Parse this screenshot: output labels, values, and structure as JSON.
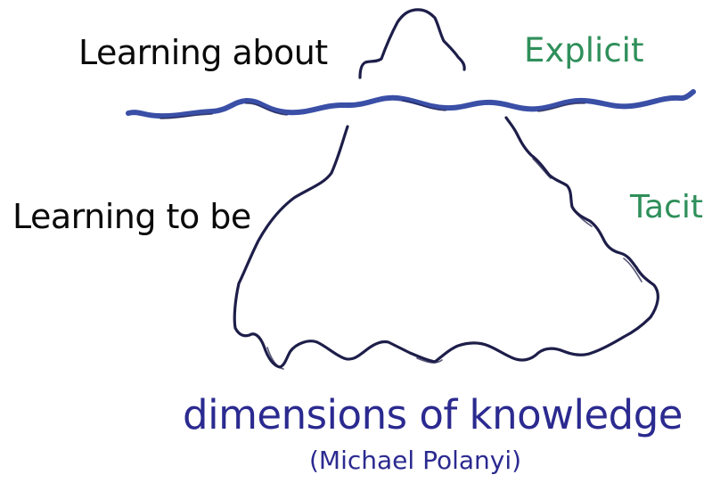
{
  "labels": {
    "learning_about": "Learning about",
    "explicit": "Explicit",
    "learning_to_be": "Learning to be",
    "tacit": "Tacit"
  },
  "title": "dimensions of knowledge",
  "subtitle": "(Michael Polanyi)",
  "colors": {
    "water": "#3a4fa6",
    "iceberg_outline": "#1e1e4a",
    "explicit_tacit_text": "#2f8f5a",
    "black_text": "#0a0a0a",
    "title_text": "#2b2a90"
  }
}
